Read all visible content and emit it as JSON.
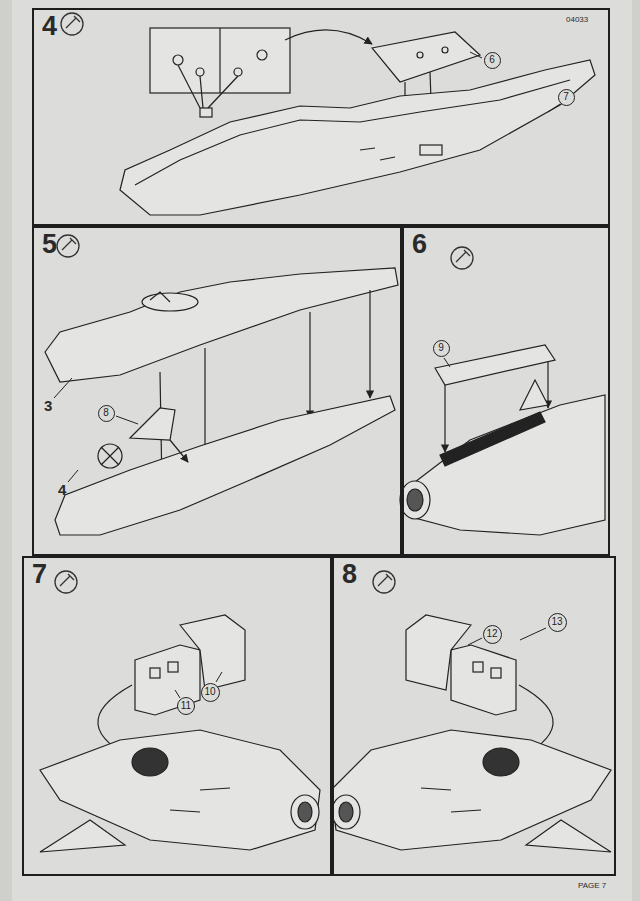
{
  "diagram": {
    "nodes": [
      {
        "text": [
          "4"
        ]
      },
      {
        "text": [
          "6"
        ],
        "in": 0
      },
      {
        "text": [
          "7"
        ],
        "in": 0
      },
      {
        "text": [
          "5"
        ]
      },
      {
        "text": [
          "8"
        ],
        "in": 3
      },
      {
        "text": [
          "6"
        ]
      },
      {
        "text": [
          "9"
        ],
        "in": 5
      },
      {
        "text": [
          "7"
        ]
      },
      {
        "text": [
          "10"
        ],
        "in": 7
      },
      {
        "text": [
          "11"
        ],
        "in": 7
      },
      {
        "text": [
          "8"
        ]
      },
      {
        "text": [
          "12"
        ],
        "in": 10
      },
      {
        "text": [
          "13"
        ],
        "in": 10
      }
    ],
    "labels": [
      "04033",
      "3",
      "4",
      "PAGE 7"
    ]
  }
}
